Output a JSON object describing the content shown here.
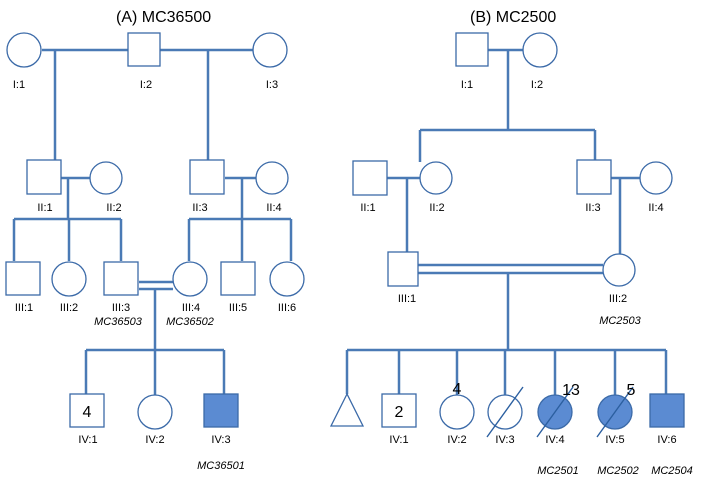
{
  "panels": {
    "a": {
      "title": "(A) MC36500"
    },
    "b": {
      "title": "(B) MC2500"
    }
  },
  "individuals": {
    "a_I1": "I:1",
    "a_I2": "I:2",
    "a_I3": "I:3",
    "a_II1": "II:1",
    "a_II2": "II:2",
    "a_II3": "II:3",
    "a_II4": "II:4",
    "a_III1": "III:1",
    "a_III2": "III:2",
    "a_III3": "III:3",
    "a_III4": "III:4",
    "a_III5": "III:5",
    "a_III6": "III:6",
    "a_IV1": "IV:1",
    "a_IV2": "IV:2",
    "a_IV3": "IV:3",
    "b_I1": "I:1",
    "b_I2": "I:2",
    "b_II1": "II:1",
    "b_II2": "II:2",
    "b_II3": "II:3",
    "b_II4": "II:4",
    "b_III1": "III:1",
    "b_III2": "III:2",
    "b_IV1": "IV:1",
    "b_IV2": "IV:2",
    "b_IV3": "IV:3",
    "b_IV4": "IV:4",
    "b_IV5": "IV:5",
    "b_IV6": "IV:6"
  },
  "sample_ids": {
    "a_III3": "MC36503",
    "a_III4": "MC36502",
    "a_IV3": "MC36501",
    "b_III2": "MC2503",
    "b_IV4": "MC2501",
    "b_IV5": "MC2502",
    "b_IV6": "MC2504"
  },
  "sibling_counts": {
    "a_IV1": "4",
    "b_IV1": "2",
    "b_IV2": "4",
    "b_IV4": "13",
    "b_IV5": "5"
  },
  "colors": {
    "line": "#4a7ab5",
    "affected_fill": "#5b8bd2",
    "symbol_outline": "#3b6aa8"
  }
}
